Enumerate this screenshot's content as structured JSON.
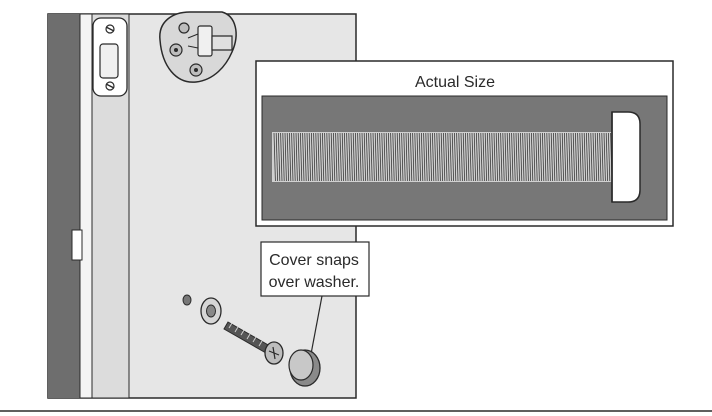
{
  "inset": {
    "title": "Actual Size"
  },
  "callout": {
    "line1": "Cover snaps",
    "line2": "over washer."
  },
  "colors": {
    "door_face": "#e6e6e6",
    "door_edge_dark": "#6e6e6e",
    "inset_background": "#777777",
    "line": "#2a2a2a"
  }
}
